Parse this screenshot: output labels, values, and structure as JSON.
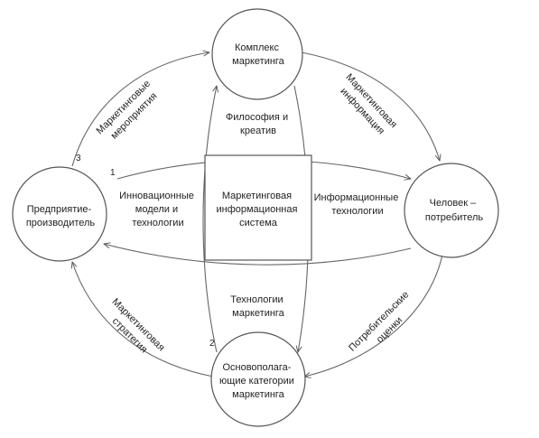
{
  "nodes": {
    "top": [
      "Комплекс",
      "маркетинга"
    ],
    "left": [
      "Предприятие-",
      "производитель"
    ],
    "right": [
      "Человек –",
      "потребитель"
    ],
    "bottom": [
      "Основополага-",
      "ющие категории",
      "маркетинга"
    ],
    "center": [
      "Маркетинговая",
      "информационная",
      "система"
    ]
  },
  "inner_labels": {
    "top": [
      "Философия и",
      "креатив"
    ],
    "left": [
      "Инновационные",
      "модели и",
      "технологии"
    ],
    "right": [
      "Информационные",
      "технологии"
    ],
    "bottom": [
      "Технологии",
      "маркетинга"
    ]
  },
  "outer_labels": {
    "top_left": [
      "Маркетинговые",
      "мероприятия"
    ],
    "top_right": [
      "Маркетинговая",
      "информация"
    ],
    "bottom_left": [
      "Маркетинговая",
      "стратегия"
    ],
    "bottom_right": [
      "Потребительские",
      "оценки"
    ]
  },
  "markers": {
    "m1": "1",
    "m2": "2",
    "m3": "3"
  }
}
